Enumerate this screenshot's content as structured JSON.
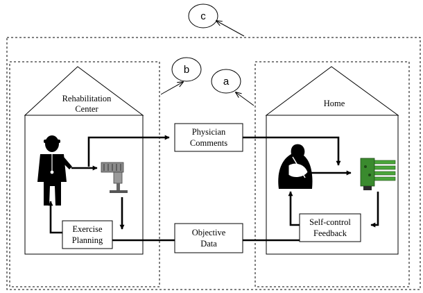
{
  "circles": {
    "a": "a",
    "b": "b",
    "c": "c"
  },
  "rehab_center": {
    "line1": "Rehabilitation",
    "line2": "Center"
  },
  "home": {
    "title": "Home"
  },
  "boxes": {
    "physician": {
      "line1": "Physician",
      "line2": "Comments"
    },
    "exercise": {
      "line1": "Exercise",
      "line2": "Planning"
    },
    "objective": {
      "line1": "Objective",
      "line2": "Data"
    },
    "selfcontrol": {
      "line1": "Self-control",
      "line2": "Feedback"
    }
  },
  "icons": {
    "physician": "physician-figure-icon",
    "robot_center": "rehab-robot-icon",
    "patient": "patient-in-sling-icon",
    "robot_home": "home-rehab-device-icon"
  },
  "colors": {
    "stroke": "#000000",
    "background": "#ffffff",
    "device_green": "#3a8a2e"
  }
}
